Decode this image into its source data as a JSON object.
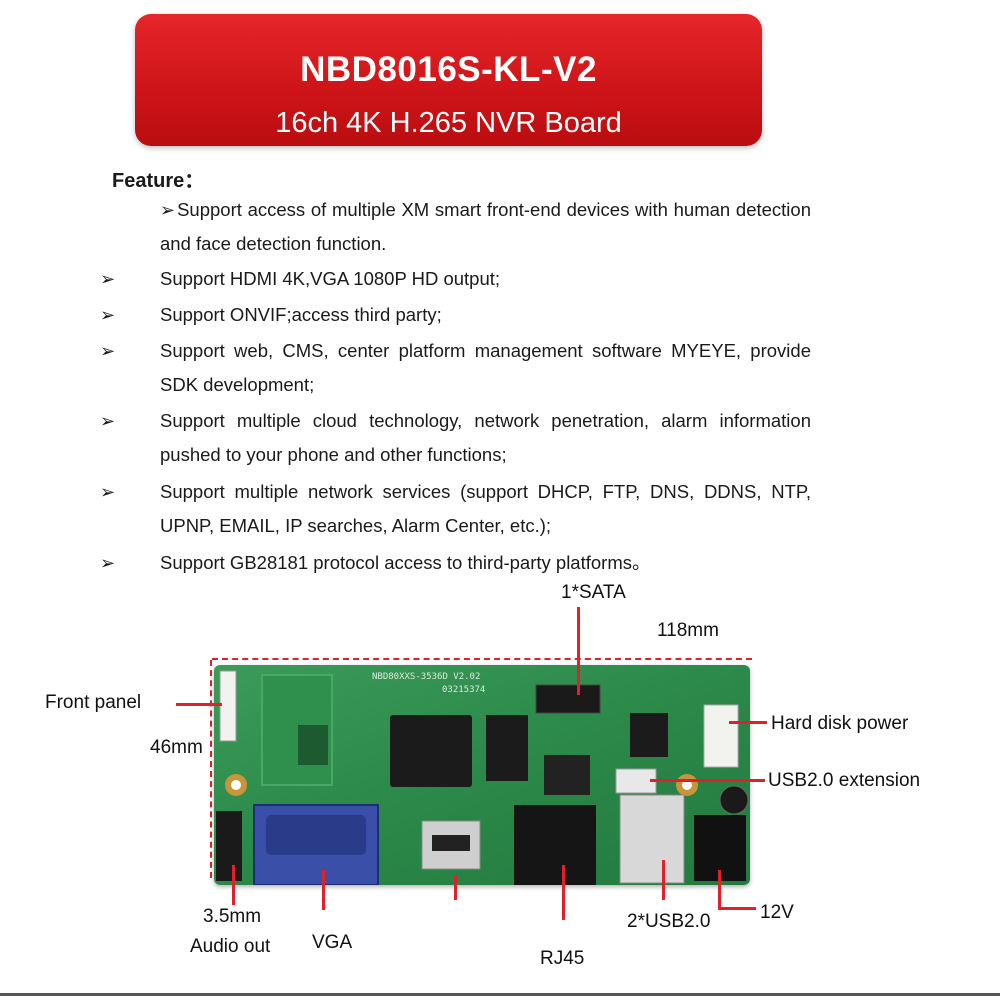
{
  "banner": {
    "title": "NBD8016S-KL-V2",
    "subtitle": "16ch 4K H.265 NVR Board",
    "color": "#d3181c"
  },
  "features": {
    "heading": "Feature：",
    "bullet_glyph": "➢",
    "items": [
      "Support access of multiple XM smart front-end devices with human detection and face detection function.",
      "Support HDMI 4K,VGA 1080P HD output;",
      "Support ONVIF;access third party;",
      "Support web, CMS, center platform management software MYEYE, provide SDK development;",
      "Support multiple cloud technology, network penetration, alarm information pushed to your phone and other functions;",
      "Support multiple network services (support DHCP, FTP, DNS, DDNS, NTP, UPNP, EMAIL, IP searches, Alarm Center, etc.);",
      "Support GB28181 protocol access to third-party platforms。"
    ]
  },
  "board": {
    "silkscreen_model": "NBD80XXS-3536D V2.02",
    "silkscreen_serial": "03215374",
    "labels": {
      "sata": "1*SATA",
      "width": "118mm",
      "front_panel": "Front panel",
      "hdd_power": "Hard disk power",
      "height": "46mm",
      "usb_ext": "USB2.0 extension",
      "audio_line1": "3.5mm",
      "audio_line2": "Audio out",
      "vga": "VGA",
      "usb": "2*USB2.0",
      "power": "12V",
      "rj45": "RJ45"
    },
    "callout_color": "#e0202a",
    "pcb_color": "#2c8a4a"
  }
}
